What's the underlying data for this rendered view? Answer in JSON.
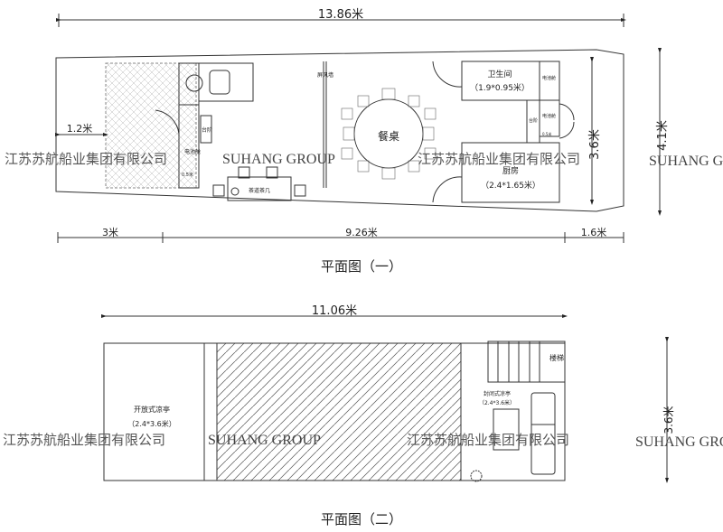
{
  "plan1": {
    "title": "平面图（一）",
    "dims": {
      "total": "13.86米",
      "bow": "1.2米",
      "left": "3米",
      "middle": "9.26米",
      "right": "1.6米",
      "width_inner": "3.6米",
      "width_outer": "4.1米"
    },
    "rooms": {
      "screen_wall": "屏风墙",
      "battery1": "电池舱",
      "steps1": "台阶",
      "gap1": "0.5米",
      "tea_table": "茶道茶几",
      "dining": "餐桌",
      "toilet": "卫生间",
      "toilet_size": "（1.9*0.95米）",
      "battery2": "电池舱",
      "battery3": "电池舱",
      "steps2": "台阶",
      "gap2": "0.5米",
      "kitchen": "厨房",
      "kitchen_size": "（2.4*1.65米）"
    }
  },
  "plan2": {
    "title": "平面图（二）",
    "dims": {
      "total": "11.06米",
      "width": "3.6米"
    },
    "rooms": {
      "open_pavilion": "开放式凉亭",
      "open_size": "（2.4*3.6米）",
      "closed_pavilion": "封闭式凉亭",
      "closed_size": "（2.4*3.6米）",
      "stairs": "楼梯"
    }
  },
  "watermarks": {
    "cn": "江苏苏航船业集团有限公司",
    "en": "SUHANG GROUP"
  }
}
